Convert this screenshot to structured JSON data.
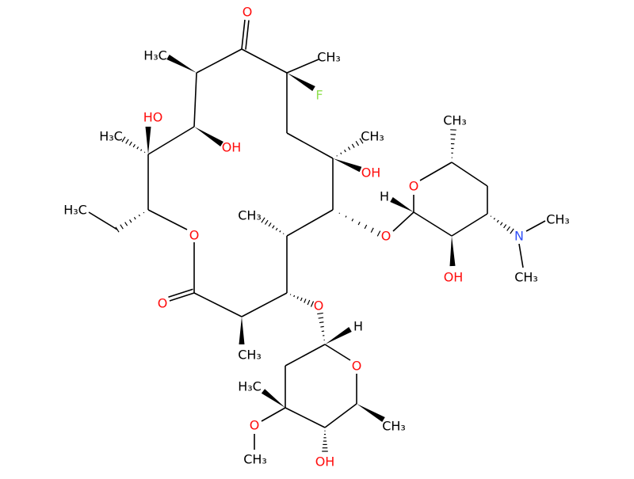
{
  "diagram": {
    "type": "chemical-structure",
    "colors": {
      "bond": "#000000",
      "oxygen": "#ff0d0d",
      "nitrogen": "#3050f8",
      "fluorine": "#90e050"
    },
    "labels": {
      "ketone_o": "O",
      "me_a2": "H₃C",
      "oh_a3": "OH",
      "ho_a4": "HO",
      "me_a4": "H₃C",
      "ethyl_me": "H₃C",
      "ring_o": "O",
      "lactone_o": "O",
      "me_a7": "CH₃",
      "o_a8": "O",
      "me_a9": "CH₃",
      "o_a10": "O",
      "oh_a11": "OH",
      "me_a11": "CH₃",
      "f_a13": "F",
      "me_a13": "CH₃",
      "s1_h": "H",
      "s1_ring_o": "O",
      "s1_me": "CH₃",
      "s1_n": "N",
      "s1_nme1": "CH₃",
      "s1_nme2": "CH₃",
      "s1_oh": "OH",
      "s2_h": "H",
      "s2_ring_o": "O",
      "s2_me": "CH₃",
      "s2_oh": "OH",
      "s2_c3me": "H₃C",
      "s2_ome_o": "O",
      "s2_ome_me": "CH₃"
    }
  }
}
